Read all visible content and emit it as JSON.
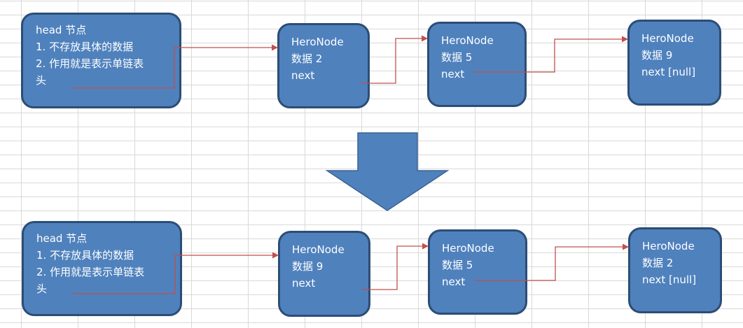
{
  "colors": {
    "node_fill": "#4f81bd",
    "node_border": "#2c4d75",
    "pointer_line": "#c0504d",
    "text": "#ffffff",
    "grid": "#d9d9d9"
  },
  "before": {
    "head": {
      "title": "head 节点",
      "line1": "1. 不存放具体的数据",
      "line2": "2. 作用就是表示单链表",
      "line3": "头"
    },
    "nodes": [
      {
        "type": "HeroNode",
        "data": "数据 2",
        "next": "next"
      },
      {
        "type": "HeroNode",
        "data": "数据 5",
        "next": "next"
      },
      {
        "type": "HeroNode",
        "data": "数据 9",
        "next": "next [null]"
      }
    ]
  },
  "transition": {
    "icon": "down-arrow-icon"
  },
  "after": {
    "head": {
      "title": "head 节点",
      "line1": "1. 不存放具体的数据",
      "line2": "2. 作用就是表示单链表",
      "line3": "头"
    },
    "nodes": [
      {
        "type": "HeroNode",
        "data": "数据 9",
        "next": "next"
      },
      {
        "type": "HeroNode",
        "data": "数据 5",
        "next": "next"
      },
      {
        "type": "HeroNode",
        "data": "数据 2",
        "next": "next [null]"
      }
    ]
  }
}
